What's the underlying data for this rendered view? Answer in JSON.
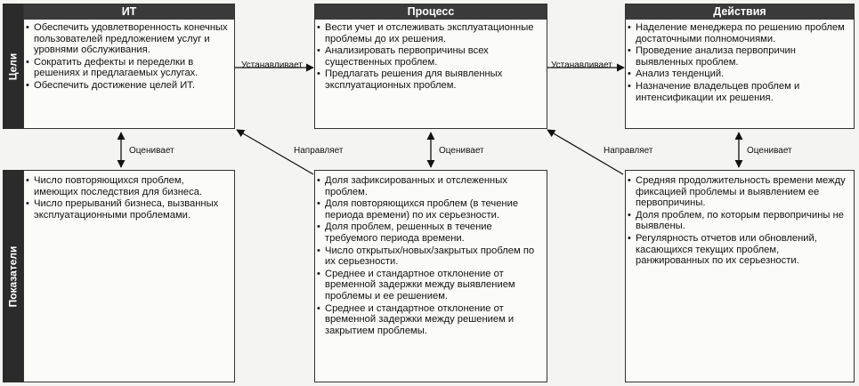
{
  "sidebar": {
    "goals_label": "Цели",
    "metrics_label": "Показатели"
  },
  "goals": {
    "it": {
      "title": "ИТ",
      "items": [
        "Обеспечить удовлетворенность конечных пользователей предложением услуг и уровнями обслуживания.",
        "Сократить дефекты и переделки в решениях и предлагаемых услугах.",
        "Обеспечить достижение целей ИТ."
      ]
    },
    "process": {
      "title": "Процесс",
      "items": [
        "Вести учет и отслеживать эксплуатационные проблемы до их решения.",
        "Анализировать первопричины всех существенных проблем.",
        "Предлагать решения для выявленных эксплуатационных проблем."
      ]
    },
    "actions": {
      "title": "Действия",
      "items": [
        "Наделение менеджера по решению проблем достаточными полномочиями.",
        "Проведение анализа первопричин выявленных проблем.",
        "Анализ тенденций.",
        "Назначение владельцев проблем и интенсификации их решения."
      ]
    }
  },
  "metrics": {
    "it": {
      "items": [
        "Число повторяющихся проблем, имеющих последствия для бизнеса.",
        "Число прерываний бизнеса, вызванных эксплуатационными проблемами."
      ]
    },
    "process": {
      "items": [
        "Доля зафиксированных и отслеженных проблем.",
        "Доля повторяющихся проблем (в течение периода времени) по их серьезности.",
        "Доля проблем, решенных в течение требуемого периода времени.",
        "Число открытых/новых/закрытых проблем по их серьезности.",
        "Среднее и стандартное отклонение от временной задержки между выявлением проблемы и ее решением.",
        "Среднее и стандартное отклонение от временной задержки между решением и закрытием проблемы."
      ]
    },
    "actions": {
      "items": [
        "Средняя продолжительность времени между фиксацией проблемы и выявлением ее первопричины.",
        "Доля проблем, по которым первопричины не выявлены.",
        "Регулярность отчетов или обновлений, касающихся текущих проблем, ранжированных по их серьезности."
      ]
    }
  },
  "connectors": {
    "sets_1": "Устанавливает",
    "sets_2": "Устанавливает",
    "evaluates_1": "Оценивает",
    "evaluates_2": "Оценивает",
    "evaluates_3": "Оценивает",
    "directs_1": "Направляет",
    "directs_2": "Направляет"
  }
}
